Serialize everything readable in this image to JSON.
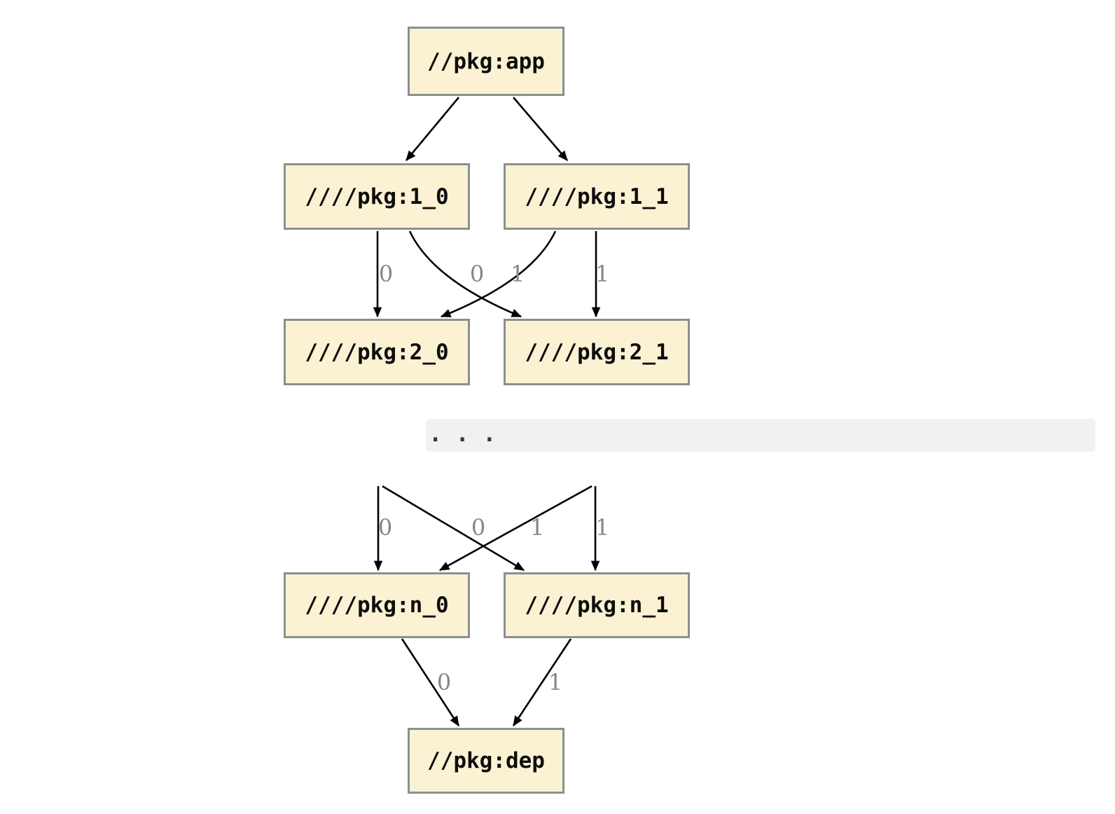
{
  "diagram": {
    "nodes": [
      {
        "id": "app",
        "label": "//pkg:app"
      },
      {
        "id": "1_0",
        "label": "////pkg:1_0"
      },
      {
        "id": "1_1",
        "label": "////pkg:1_1"
      },
      {
        "id": "2_0",
        "label": "////pkg:2_0"
      },
      {
        "id": "2_1",
        "label": "////pkg:2_1"
      },
      {
        "id": "n_0",
        "label": "////pkg:n_0"
      },
      {
        "id": "n_1",
        "label": "////pkg:n_1"
      },
      {
        "id": "dep",
        "label": "//pkg:dep"
      }
    ],
    "edges": [
      {
        "from": "//pkg:app",
        "to": "////pkg:1_0",
        "label": ""
      },
      {
        "from": "//pkg:app",
        "to": "////pkg:1_1",
        "label": ""
      },
      {
        "from": "////pkg:1_0",
        "to": "////pkg:2_0",
        "label": "0"
      },
      {
        "from": "////pkg:1_1",
        "to": "////pkg:2_0",
        "label": "0"
      },
      {
        "from": "////pkg:1_0",
        "to": "////pkg:2_1",
        "label": "1"
      },
      {
        "from": "////pkg:1_1",
        "to": "////pkg:2_1",
        "label": "1"
      },
      {
        "from": "…",
        "to": "////pkg:n_0",
        "label": "0"
      },
      {
        "from": "…",
        "to": "////pkg:n_0",
        "label": "0"
      },
      {
        "from": "…",
        "to": "////pkg:n_1",
        "label": "1"
      },
      {
        "from": "…",
        "to": "////pkg:n_1",
        "label": "1"
      },
      {
        "from": "////pkg:n_0",
        "to": "//pkg:dep",
        "label": "0"
      },
      {
        "from": "////pkg:n_1",
        "to": "//pkg:dep",
        "label": "1"
      }
    ],
    "ellipsis": ". . .",
    "colors": {
      "node_fill": "#FBF2D4",
      "node_border": "#8A9090",
      "edge_stroke": "#000000",
      "edge_label": "#868686",
      "ellipsis_band": "#F1F1F1",
      "background": "#FFFFFF"
    }
  }
}
